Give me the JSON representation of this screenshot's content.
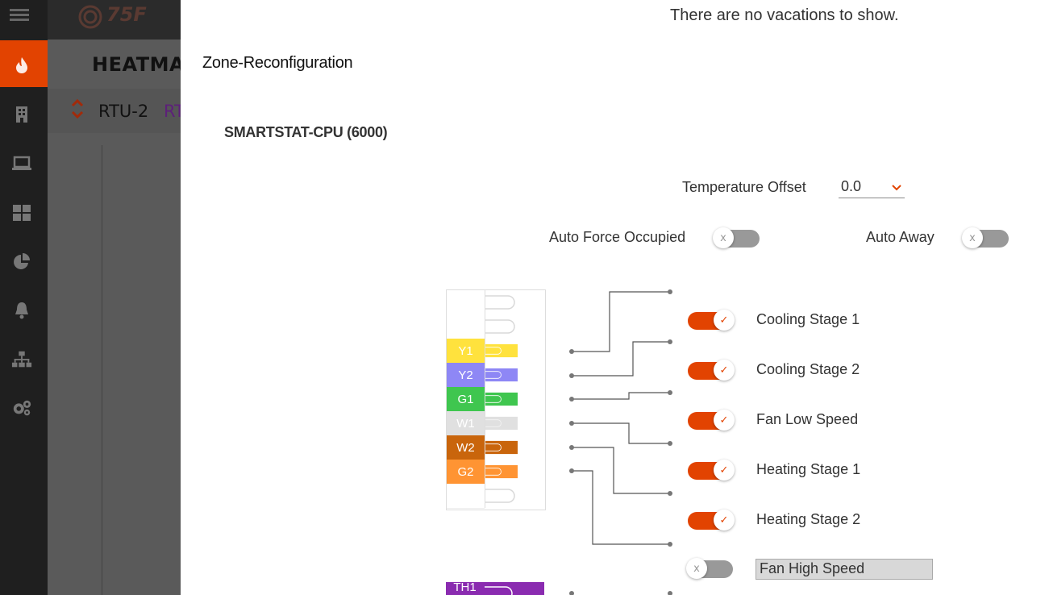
{
  "brand": {
    "logo_text": "75F"
  },
  "background": {
    "title": "HEATMA",
    "equip": "RTU-2",
    "equip_sub": "RT"
  },
  "sidebar": {
    "icons": [
      "fire-icon",
      "building-icon",
      "laptop-icon",
      "dashboard-icon",
      "pie-chart-icon",
      "bell-icon",
      "sitemap-icon",
      "gears-icon"
    ]
  },
  "modal": {
    "vacations_empty": "There are no vacations to show.",
    "title": "Zone-Reconfiguration",
    "device": "SMARTSTAT-CPU (6000)",
    "temp_offset_label": "Temperature Offset",
    "temp_offset_value": "0.0",
    "auto_force_occupied_label": "Auto Force Occupied",
    "auto_force_occupied": false,
    "auto_away_label": "Auto Away",
    "auto_away": false,
    "terminals": [
      {
        "label": "",
        "color": "#ffffff",
        "wired": false
      },
      {
        "label": "",
        "color": "#ffffff",
        "wired": false
      },
      {
        "label": "Y1",
        "color": "#ffe23d",
        "wired": true
      },
      {
        "label": "Y2",
        "color": "#8e87f5",
        "wired": true
      },
      {
        "label": "G1",
        "color": "#3fc64f",
        "wired": true
      },
      {
        "label": "W1",
        "color": "#e0e0e0",
        "wired": true
      },
      {
        "label": "W2",
        "color": "#c9650c",
        "wired": true
      },
      {
        "label": "G2",
        "color": "#ff9433",
        "wired": true
      },
      {
        "label": "",
        "color": "#ffffff",
        "wired": false
      }
    ],
    "bottom_terminal": "TH1",
    "relays": [
      {
        "label": "Cooling Stage 1",
        "enabled": true
      },
      {
        "label": "Cooling Stage 2",
        "enabled": true
      },
      {
        "label": "Fan Low Speed",
        "enabled": true
      },
      {
        "label": "Heating Stage 1",
        "enabled": true
      },
      {
        "label": "Heating Stage 2",
        "enabled": true
      },
      {
        "label": "Fan High Speed",
        "enabled": false
      }
    ],
    "toggle_on_glyph": "✓",
    "toggle_off_glyph": "x"
  },
  "colors": {
    "accent": "#e24301",
    "sidebar": "#1f1f1f"
  }
}
